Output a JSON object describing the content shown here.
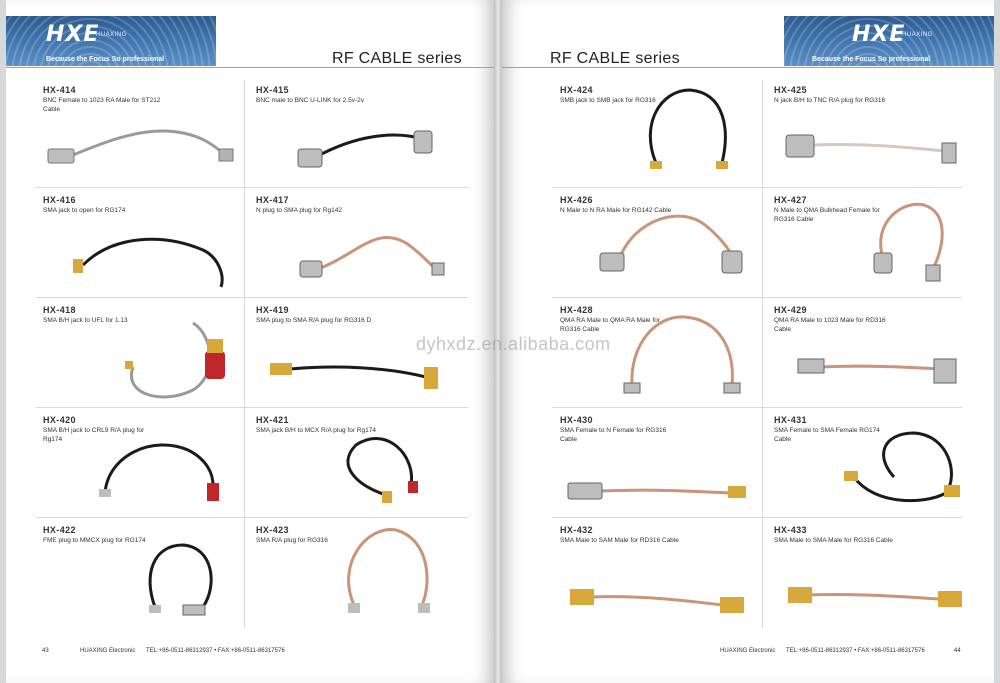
{
  "brand": {
    "logo": "HXE",
    "name": "HUAXING",
    "tagline": "Because the Focus So professional",
    "color": "#3e73ad"
  },
  "series_title": "RF CABLE series",
  "watermark": "dyhxdz.en.alibaba.com",
  "left_page": {
    "items": [
      {
        "code": "HX-414",
        "desc": "BNC Female to 1023 RA Male for ST212 Cable",
        "icon": "cable-image"
      },
      {
        "code": "HX-415",
        "desc": "BNC male to BNC U-LINK for 2.5v-2v",
        "icon": "cable-image"
      },
      {
        "code": "HX-416",
        "desc": "SMA jack to open for RG174",
        "icon": "cable-image"
      },
      {
        "code": "HX-417",
        "desc": "N plug to SMA plug for Rg142",
        "icon": "cable-image"
      },
      {
        "code": "HX-418",
        "desc": "SMA B/H jack to UFL for 1.13",
        "icon": "cable-image"
      },
      {
        "code": "HX-419",
        "desc": "SMA plug to SMA R/A plug for RG316 D",
        "icon": "cable-image"
      },
      {
        "code": "HX-420",
        "desc": "SMA B/H jack to CRL9 R/A plug for Rg174",
        "icon": "cable-image"
      },
      {
        "code": "HX-421",
        "desc": "SMA jack B/H to MCX R/A plug for Rg174",
        "icon": "cable-image"
      },
      {
        "code": "HX-422",
        "desc": "FME plug to MMCX plug for RG174",
        "icon": "cable-image"
      },
      {
        "code": "HX-423",
        "desc": "SMA R/A plug for RG316",
        "icon": "cable-image"
      }
    ],
    "footer": {
      "page": "43",
      "company": "HUAXING Electronic",
      "contact": "TEL:+86-0511-86312937 • FAX:+86-0511-86317576"
    }
  },
  "right_page": {
    "items": [
      {
        "code": "HX-424",
        "desc": "SMB jack to SMB jack for RG316",
        "icon": "cable-image"
      },
      {
        "code": "HX-425",
        "desc": "N jack B/H to TNC R/A plug for RG316",
        "icon": "cable-image"
      },
      {
        "code": "HX-426",
        "desc": "N Male to N RA Male for RG142 Cable",
        "icon": "cable-image"
      },
      {
        "code": "HX-427",
        "desc": "N Male to QMA Bulkhead Female for RG316 Cable",
        "icon": "cable-image"
      },
      {
        "code": "HX-428",
        "desc": "QMA RA Male to QMA RA Male for RG316 Cable",
        "icon": "cable-image"
      },
      {
        "code": "HX-429",
        "desc": "QMA RA Male to 1023 Male for RD316 Cable",
        "icon": "cable-image"
      },
      {
        "code": "HX-430",
        "desc": "SMA Female to N Female for RG316 Cable",
        "icon": "cable-image"
      },
      {
        "code": "HX-431",
        "desc": "SMA Female to SMA Female RG174 Cable",
        "icon": "cable-image"
      },
      {
        "code": "HX-432",
        "desc": "SMA Male to SAM Male for RD316 Cable",
        "icon": "cable-image"
      },
      {
        "code": "HX-433",
        "desc": "SMA Male to SMA Male for RG316 Cable",
        "icon": "cable-image"
      }
    ],
    "footer": {
      "page": "44",
      "company": "HUAXING Electronic",
      "contact": "TEL:+86-0511-86312937 • FAX:+86-0511-86317576"
    }
  },
  "colors": {
    "black_cable": "#1b1b1b",
    "brown_cable": "#c8957a",
    "gray_cable": "#9a9a9a",
    "white_cable": "#d9c7bf",
    "metal": "#b9b9b9",
    "gold": "#d8a93a",
    "red": "#c0262a"
  }
}
